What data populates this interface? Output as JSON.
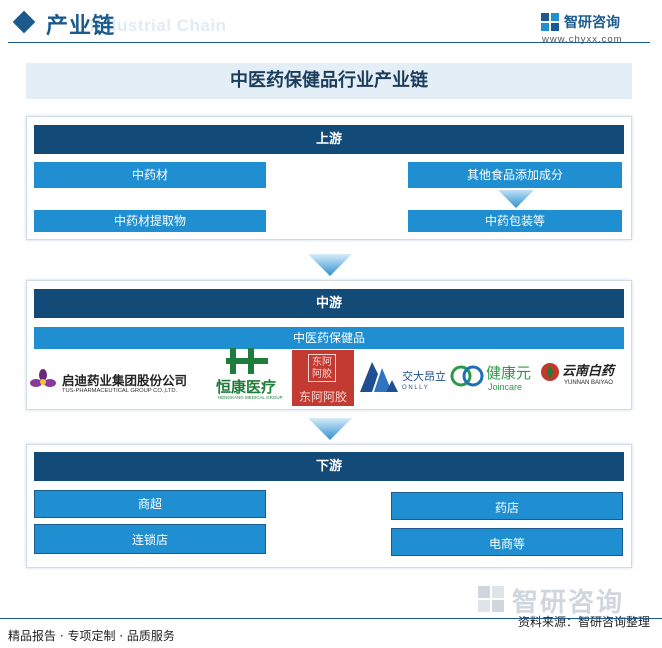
{
  "header": {
    "title": "产业链",
    "ghost_subtitle": "Industrial Chain",
    "brand_name": "智研咨询",
    "brand_url": "www.chyxx.com"
  },
  "chart_title": "中医药保健品行业产业链",
  "upstream": {
    "label": "上游",
    "items": [
      "中药材",
      "其他食品添加成分",
      "中药材提取物",
      "中药包装等"
    ]
  },
  "midstream": {
    "label": "中游",
    "product": "中医药保健品",
    "companies": [
      {
        "name": "启迪药业集团股份公司",
        "subname": "TUS-PHARMACEUTICAL GROUP CO.,LTD."
      },
      {
        "name": "恒康医疗",
        "subname": "HENGKANG MEDICAL GROUP"
      },
      {
        "name": "东阿阿胶",
        "seal": "东阿阿胶"
      },
      {
        "name": "交大昂立",
        "subname": "O N L L Y"
      },
      {
        "name": "健康元",
        "subname": "Joincare"
      },
      {
        "name": "云南白药",
        "subname": "YUNNAN BAIYAO"
      }
    ]
  },
  "downstream": {
    "label": "下游",
    "items": [
      "商超",
      "药店",
      "连锁店",
      "电商等"
    ]
  },
  "footer": {
    "left": "精品报告 · 专项定制 · 品质服务",
    "source": "资料来源：智研咨询整理",
    "big_brand": "智研咨询"
  },
  "colors": {
    "primary": "#1a5a8c",
    "bar": "#134b78",
    "box": "#1f8fd1",
    "title_band": "#e4eef7"
  }
}
